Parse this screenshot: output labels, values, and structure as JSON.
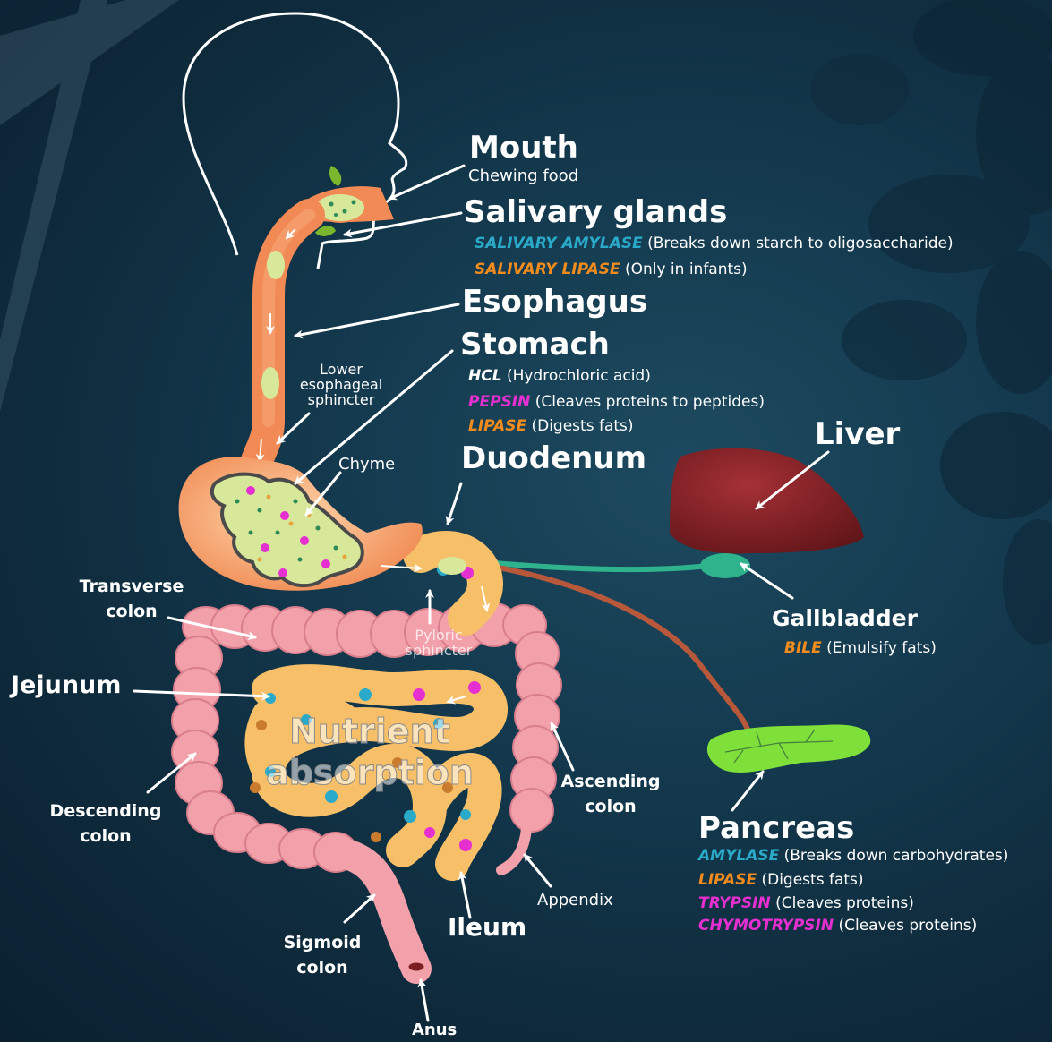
{
  "colors": {
    "background": "#143a4f",
    "esophagus": "#f28a55",
    "stomach": "#f59a63",
    "small_intestine": "#f7c068",
    "colon": "#f2a0aa",
    "liver": "#7a1e22",
    "gallbladder": "#2fb38c",
    "pancreas": "#7fe03a",
    "amylase_text": "#2aa9c8",
    "lipase_text": "#f08b1c",
    "protease_text": "#e52fd0",
    "hcl_text": "#ffffff"
  },
  "labels": {
    "mouth": "Mouth",
    "mouth_sub": "Chewing food",
    "salivary": "Salivary glands",
    "salivary_amylase": "SALIVARY AMYLASE",
    "salivary_amylase_desc": "(Breaks down starch to oligosaccharide)",
    "salivary_lipase": "SALIVARY LIPASE",
    "salivary_lipase_desc": "(Only in infants)",
    "esophagus": "Esophagus",
    "stomach": "Stomach",
    "hcl": "HCL",
    "hcl_desc": "(Hydrochloric acid)",
    "pepsin": "PEPSIN",
    "pepsin_desc": "(Cleaves proteins to peptides)",
    "lipase": "LIPASE",
    "lipase_desc": "(Digests fats)",
    "les_1": "Lower",
    "les_2": "esophageal",
    "les_3": "sphincter",
    "chyme": "Chyme",
    "duodenum": "Duodenum",
    "liver": "Liver",
    "gallbladder": "Gallbladder",
    "bile": "BILE",
    "bile_desc": "(Emulsify fats)",
    "pyloric_1": "Pyloric",
    "pyloric_2": "sphincter",
    "transverse_1": "Transverse",
    "transverse_2": "colon",
    "jejunum": "Jejunum",
    "nutrient_1": "Nutrient",
    "nutrient_2": "absorption",
    "ascending_1": "Ascending",
    "ascending_2": "colon",
    "descending_1": "Descending",
    "descending_2": "colon",
    "pancreas": "Pancreas",
    "amylase": "AMYLASE",
    "amylase_desc": "(Breaks down carbohydrates)",
    "p_lipase": "LIPASE",
    "p_lipase_desc": "(Digests fats)",
    "trypsin": "TRYPSIN",
    "trypsin_desc": "(Cleaves proteins)",
    "chymotrypsin": "CHYMOTRYPSIN",
    "chymotrypsin_desc": "(Cleaves proteins)",
    "appendix": "Appendix",
    "ileum": "Ileum",
    "sigmoid_1": "Sigmoid",
    "sigmoid_2": "colon",
    "anus": "Anus"
  }
}
